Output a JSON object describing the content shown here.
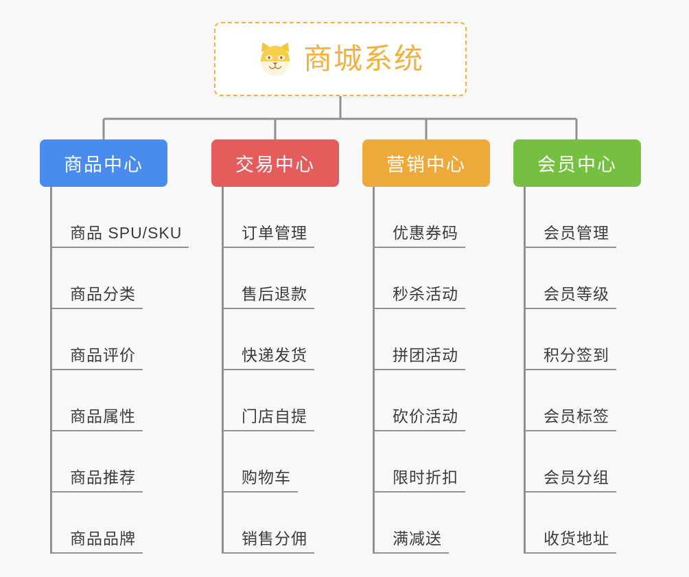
{
  "diagram": {
    "title": "商城系统",
    "type": "mindmap-org-chart",
    "background_color": "#f8f8f8",
    "connector_color": "#909090",
    "root": {
      "label": "商城系统",
      "icon": "shiba-dog-emoji",
      "text_color": "#f2b13c",
      "border_color": "#f2b13c",
      "border_style": "dashed",
      "background_color": "#ffffff"
    },
    "categories": [
      {
        "label": "商品中心",
        "color": "#4a8bf0",
        "text_color": "#ffffff",
        "items": [
          "商品 SPU/SKU",
          "商品分类",
          "商品评价",
          "商品属性",
          "商品推荐",
          "商品品牌"
        ]
      },
      {
        "label": "交易中心",
        "color": "#e55c5c",
        "text_color": "#ffffff",
        "items": [
          "订单管理",
          "售后退款",
          "快递发货",
          "门店自提",
          "购物车",
          "销售分佣"
        ]
      },
      {
        "label": "营销中心",
        "color": "#eda93a",
        "text_color": "#ffffff",
        "items": [
          "优惠券码",
          "秒杀活动",
          "拼团活动",
          "砍价活动",
          "限时折扣",
          "满减送"
        ]
      },
      {
        "label": "会员中心",
        "color": "#76c041",
        "text_color": "#ffffff",
        "items": [
          "会员管理",
          "会员等级",
          "积分签到",
          "会员标签",
          "会员分组",
          "收货地址"
        ]
      }
    ]
  }
}
